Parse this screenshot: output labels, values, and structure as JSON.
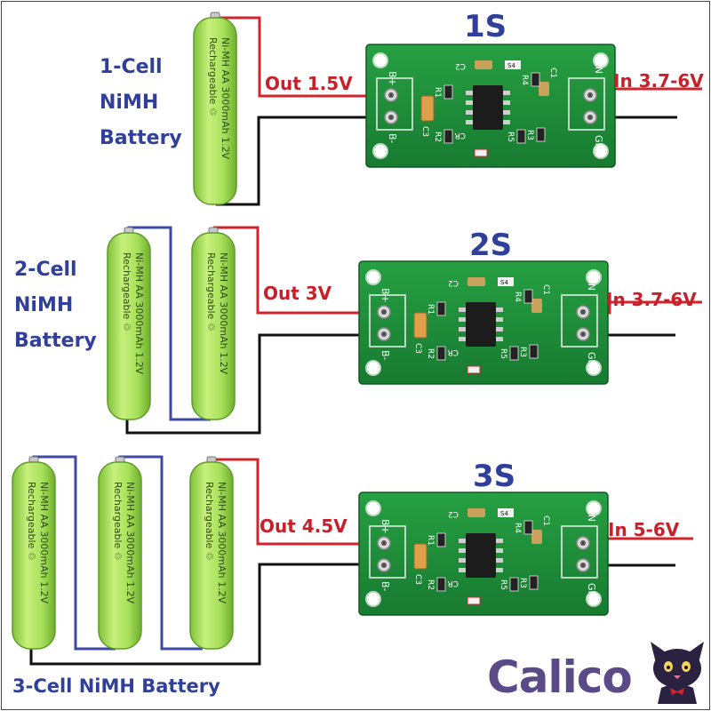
{
  "battery_text": {
    "line1": "Ni-MH AA 3000mAh 1.2V",
    "line2": "Rechargeable ♲"
  },
  "board_text": {
    "b_plus": "B+",
    "b_minus": "B-",
    "vin": "VIN",
    "gnd": "GND",
    "c1": "C1",
    "c2": "C2",
    "c3": "C3",
    "r1": "R1",
    "r2": "R2",
    "r3": "R3",
    "r4": "R4",
    "r5": "R5",
    "cr": "CR",
    "chip_mark": "S4"
  },
  "sections": [
    {
      "title": "1S",
      "battery_label": [
        "1-Cell",
        "NiMH",
        "Battery"
      ],
      "output": "Out 1.5V",
      "input": "In 3.7-6V"
    },
    {
      "title": "2S",
      "battery_label": [
        "2-Cell",
        "NiMH",
        "Battery"
      ],
      "output": "Out 3V",
      "input": "In 3.7-6V"
    },
    {
      "title": "3S",
      "battery_label": [
        "3-Cell NiMH Battery"
      ],
      "output": "Out 4.5V",
      "input": "In 5-6V"
    }
  ],
  "logo": {
    "text": "Calico"
  },
  "colors": {
    "battery": "#a6e05a",
    "battery_dark": "#6fae2f",
    "pcb": "#1f8f3a",
    "wire_pos": "#d1242b",
    "wire_neg": "#111111",
    "wire_series": "#3c4aa6",
    "label_blue": "#2f3f9a",
    "label_red": "#c8202a"
  }
}
